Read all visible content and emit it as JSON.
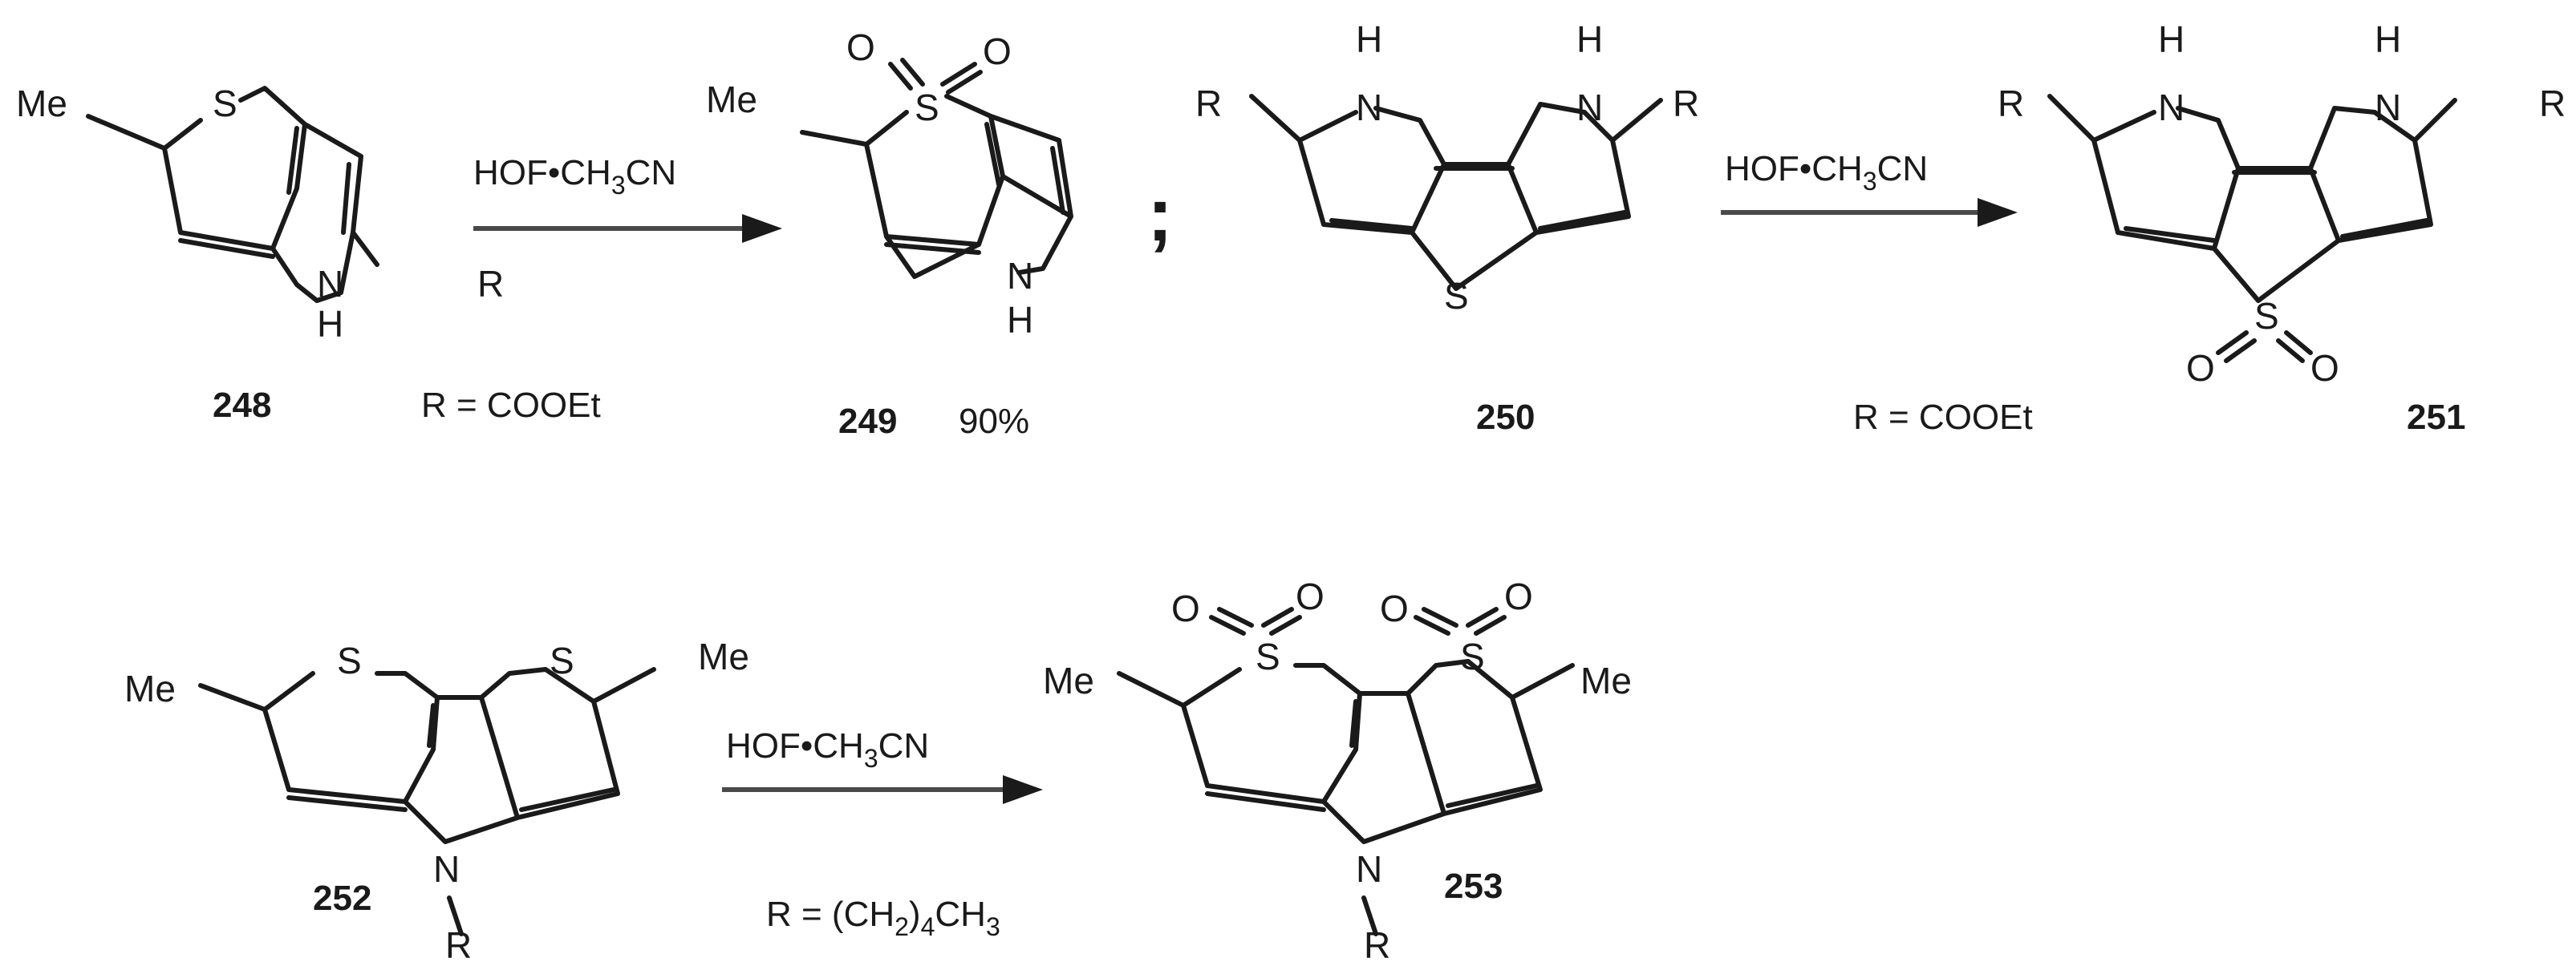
{
  "atoms": {
    "methyl": "Me",
    "sulfur": "S",
    "nitrogen": "N",
    "hydrogen": "H",
    "substituent": "R",
    "oxygen": "O"
  },
  "reagent": {
    "main": "HOF•CH",
    "sub": "3",
    "tail": "CN"
  },
  "separator": ";",
  "compounds": {
    "c248": "248",
    "c249": "249",
    "c250": "250",
    "c251": "251",
    "c252": "252",
    "c253": "253"
  },
  "yield_249": "90%",
  "r_def_top_left": "R = COOEt",
  "r_def_top_right": "R = COOEt",
  "r_def_bottom": {
    "pre": "R = (CH",
    "sub1": "2",
    "mid": ")",
    "sub2": "4",
    "post": "CH",
    "sub3": "3"
  }
}
